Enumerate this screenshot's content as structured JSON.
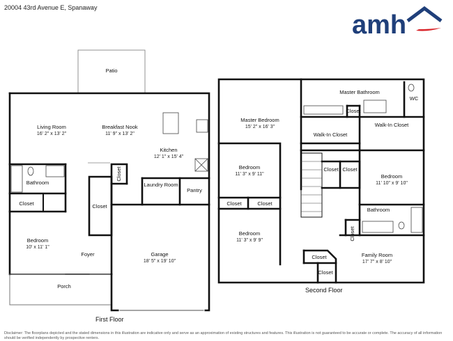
{
  "header": {
    "address": "20004 43rd Avenue E, Spanaway"
  },
  "logo": {
    "text": "amh",
    "icon": "house-roof-icon",
    "brand_color": "#1f3f7a",
    "accent_color": "#d9262c"
  },
  "first_floor": {
    "label": "First Floor",
    "rooms": [
      {
        "id": "patio",
        "name": "Patio",
        "dims": ""
      },
      {
        "id": "living",
        "name": "Living Room",
        "dims": "16' 2\" x 13' 2\""
      },
      {
        "id": "nook",
        "name": "Breakfast Nook",
        "dims": "11' 9\" x 13' 2\""
      },
      {
        "id": "kitchen",
        "name": "Kitchen",
        "dims": "12' 1\" x 15' 4\""
      },
      {
        "id": "bath1",
        "name": "Bathroom",
        "dims": ""
      },
      {
        "id": "closet_a",
        "name": "Closet",
        "dims": ""
      },
      {
        "id": "closet_b",
        "name": "Closet",
        "dims": ""
      },
      {
        "id": "closet_c",
        "name": "Closet",
        "dims": ""
      },
      {
        "id": "laundry",
        "name": "Laundry Room",
        "dims": ""
      },
      {
        "id": "pantry",
        "name": "Pantry",
        "dims": ""
      },
      {
        "id": "bed1",
        "name": "Bedroom",
        "dims": "10' x 11' 1\""
      },
      {
        "id": "foyer",
        "name": "Foyer",
        "dims": ""
      },
      {
        "id": "garage",
        "name": "Garage",
        "dims": "18' 5\" x 19' 10\""
      },
      {
        "id": "porch",
        "name": "Porch",
        "dims": ""
      }
    ]
  },
  "second_floor": {
    "label": "Second Floor",
    "rooms": [
      {
        "id": "mbath",
        "name": "Master Bathroom",
        "dims": ""
      },
      {
        "id": "wc",
        "name": "WC",
        "dims": ""
      },
      {
        "id": "closet_s1",
        "name": "Closet",
        "dims": ""
      },
      {
        "id": "mbed",
        "name": "Master Bedroom",
        "dims": "15' 2\" x 16' 3\""
      },
      {
        "id": "wic1",
        "name": "Walk-In Closet",
        "dims": ""
      },
      {
        "id": "wic2",
        "name": "Walk-In Closet",
        "dims": ""
      },
      {
        "id": "bed2",
        "name": "Bedroom",
        "dims": "11' 3\" x 9' 11\""
      },
      {
        "id": "closet_s2",
        "name": "Closet",
        "dims": ""
      },
      {
        "id": "closet_s3",
        "name": "Closet",
        "dims": ""
      },
      {
        "id": "bed3",
        "name": "Bedroom",
        "dims": "11' 10\" x 9' 10\""
      },
      {
        "id": "closet_s4",
        "name": "Closet",
        "dims": ""
      },
      {
        "id": "closet_s5",
        "name": "Closet",
        "dims": ""
      },
      {
        "id": "bath2",
        "name": "Bathroom",
        "dims": ""
      },
      {
        "id": "closet_s6",
        "name": "Closet",
        "dims": ""
      },
      {
        "id": "bed4",
        "name": "Bedroom",
        "dims": "11' 3\" x 9' 9\""
      },
      {
        "id": "family",
        "name": "Family Room",
        "dims": "17' 7\" x 8' 10\""
      },
      {
        "id": "closet_s7",
        "name": "Closet",
        "dims": ""
      },
      {
        "id": "closet_s8",
        "name": "Closet",
        "dims": ""
      }
    ]
  },
  "disclaimer": "Disclaimer: The floorplans depicted and the stated dimensions in this illustration are indicative only and serve as an approximation of existing structures and features. This illustration is not guaranteed to be accurate or complete. The accuracy of all information should be verified independently by prospective renters."
}
